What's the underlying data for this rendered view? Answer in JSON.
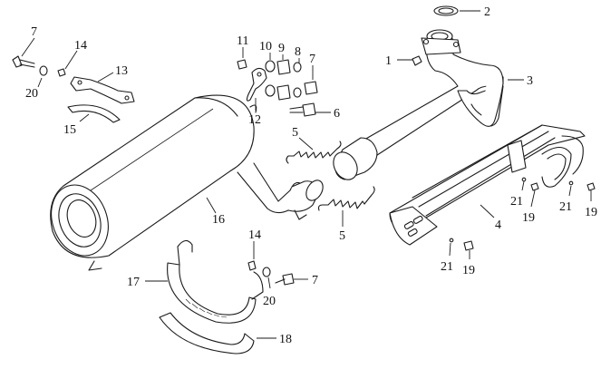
{
  "callouts": [
    {
      "id": "c2",
      "text": "2"
    },
    {
      "id": "c1",
      "text": "1"
    },
    {
      "id": "c3",
      "text": "3"
    },
    {
      "id": "c4",
      "text": "4"
    },
    {
      "id": "c5a",
      "text": "5"
    },
    {
      "id": "c5b",
      "text": "5"
    },
    {
      "id": "c6",
      "text": "6"
    },
    {
      "id": "c7a",
      "text": "7"
    },
    {
      "id": "c7b",
      "text": "7"
    },
    {
      "id": "c7c",
      "text": "7"
    },
    {
      "id": "c8",
      "text": "8"
    },
    {
      "id": "c9",
      "text": "9"
    },
    {
      "id": "c10",
      "text": "10"
    },
    {
      "id": "c11",
      "text": "11"
    },
    {
      "id": "c12",
      "text": "12"
    },
    {
      "id": "c13",
      "text": "13"
    },
    {
      "id": "c14a",
      "text": "14"
    },
    {
      "id": "c14b",
      "text": "14"
    },
    {
      "id": "c15",
      "text": "15"
    },
    {
      "id": "c16",
      "text": "16"
    },
    {
      "id": "c17",
      "text": "17"
    },
    {
      "id": "c18",
      "text": "18"
    },
    {
      "id": "c19a",
      "text": "19"
    },
    {
      "id": "c19b",
      "text": "19"
    },
    {
      "id": "c19c",
      "text": "19"
    },
    {
      "id": "c20a",
      "text": "20"
    },
    {
      "id": "c20b",
      "text": "20"
    },
    {
      "id": "c21a",
      "text": "21"
    },
    {
      "id": "c21b",
      "text": "21"
    },
    {
      "id": "c21c",
      "text": "21"
    }
  ]
}
